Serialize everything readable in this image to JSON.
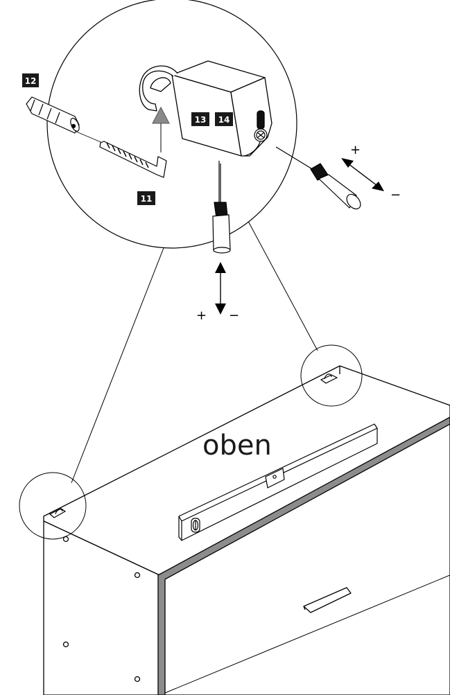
{
  "part_labels": {
    "dowel": "12",
    "bracket_a": "13",
    "bracket_b": "14",
    "hook_screw": "11"
  },
  "vertical_adjust": {
    "plus": "+",
    "minus": "−"
  },
  "depth_adjust": {
    "plus": "+",
    "minus": "−"
  },
  "top_label": "oben",
  "colors": {
    "line": "#000000",
    "label_bg": "#1a1a1a",
    "front_edge": "#8c8c8c"
  }
}
